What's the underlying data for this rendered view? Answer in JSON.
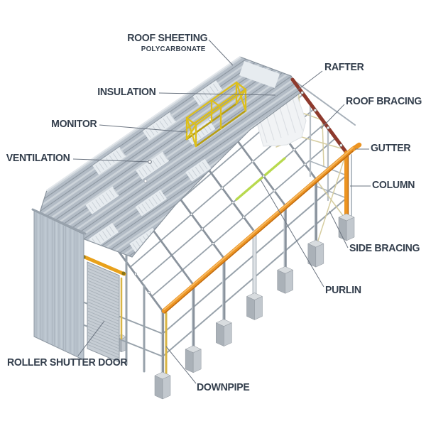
{
  "diagram": {
    "title": "Steel building structure exploded isometric diagram",
    "labels": {
      "roof_sheeting": "ROOF SHEETING",
      "polycarbonate": "POLYCARBONATE",
      "insulation": "INSULATION",
      "monitor": "MONITOR",
      "ventilation": "VENTILATION",
      "rafter": "RAFTER",
      "roof_bracing": "ROOF BRACING",
      "gutter": "GUTTER",
      "column": "COLUMN",
      "side_bracing": "SIDE BRACING",
      "purlin": "PURLIN",
      "roller_shutter_door": "ROLLER SHUTTER DOOR",
      "downpipe": "DOWNPIPE"
    },
    "colors": {
      "background": "#ffffff",
      "label_text": "#333e4c",
      "leader": "#6b7480",
      "steel": "#98a2ab",
      "steel_dark": "#8a939d",
      "steel_light": "#cfd6dc",
      "sheet_base": "#b3bcc6",
      "sheet_stripe_light": "#cdd4da",
      "sheet_stripe_dark": "#8f99a3",
      "poly_strip": "#e7ecf0",
      "rafter_red": "#8e3a2d",
      "gutter_orange": "#ec9422",
      "orange_dark": "#c06a0f",
      "orange_light": "#f7bb66",
      "monitor_yellow": "#ddbf1b",
      "monitor_yellow_dark": "#b79e10",
      "purlin_green": "#b8d94e",
      "bracing_tan": "#d6cda0",
      "concrete": "#c2c8ce",
      "concrete_dark": "#aab1b8",
      "concrete_top": "#d8dcdf",
      "panel": "#b9c3cd",
      "panel_stripe": "#a6b0ba",
      "door": "#c6cdd4",
      "door_slat": "#a9b2ba",
      "door_header": "#e8a11b",
      "downpipe_yellow": "#d9b544",
      "insulation_white": "#f1f3f5"
    }
  }
}
